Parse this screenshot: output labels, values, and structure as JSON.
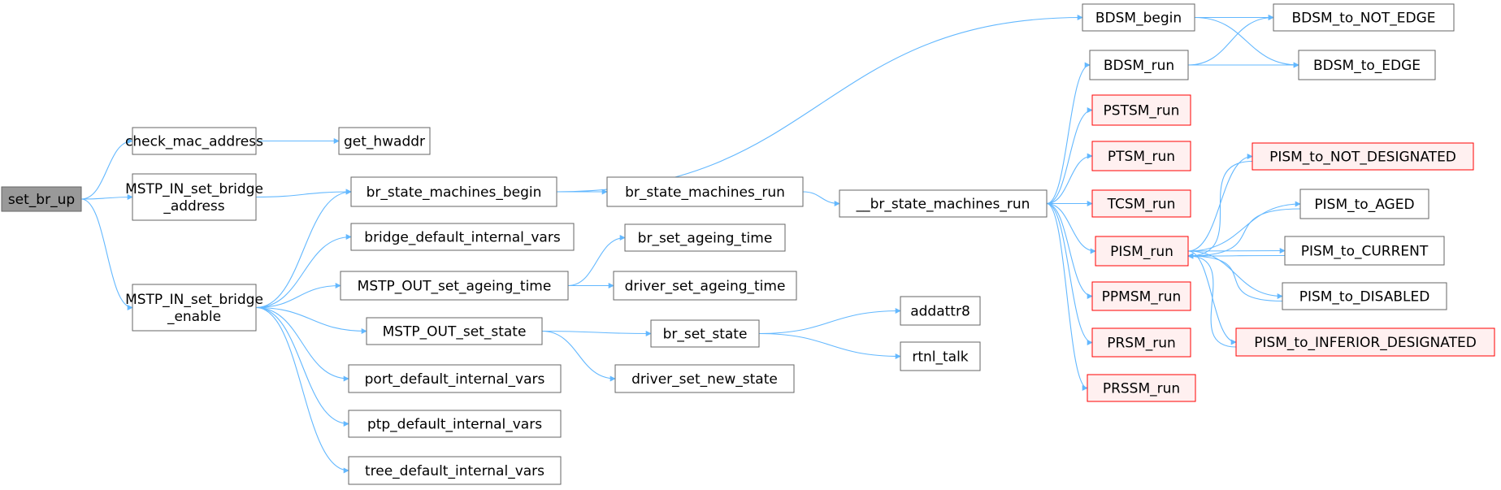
{
  "colors": {
    "edge": "#63b8ff",
    "default_fill": "#ffffff",
    "default_stroke": "#666666",
    "root_fill": "#999999",
    "root_stroke": "#666666",
    "trunc_fill": "#fff0f0",
    "trunc_stroke": "#ff0000"
  },
  "nodes": [
    {
      "id": "set_br_up",
      "lines": [
        "set_br_up"
      ],
      "style": "root"
    },
    {
      "id": "check_mac_address",
      "lines": [
        "check_mac_address"
      ],
      "style": "default"
    },
    {
      "id": "get_hwaddr",
      "lines": [
        "get_hwaddr"
      ],
      "style": "default"
    },
    {
      "id": "MSTP_IN_set_bridge_address",
      "lines": [
        "MSTP_IN_set_bridge",
        "_address"
      ],
      "style": "default"
    },
    {
      "id": "MSTP_IN_set_bridge_enable",
      "lines": [
        "MSTP_IN_set_bridge",
        "_enable"
      ],
      "style": "default"
    },
    {
      "id": "br_state_machines_begin",
      "lines": [
        "br_state_machines_begin"
      ],
      "style": "default"
    },
    {
      "id": "bridge_default_internal_vars",
      "lines": [
        "bridge_default_internal_vars"
      ],
      "style": "default"
    },
    {
      "id": "MSTP_OUT_set_ageing_time",
      "lines": [
        "MSTP_OUT_set_ageing_time"
      ],
      "style": "default"
    },
    {
      "id": "MSTP_OUT_set_state",
      "lines": [
        "MSTP_OUT_set_state"
      ],
      "style": "default"
    },
    {
      "id": "port_default_internal_vars",
      "lines": [
        "port_default_internal_vars"
      ],
      "style": "default"
    },
    {
      "id": "ptp_default_internal_vars",
      "lines": [
        "ptp_default_internal_vars"
      ],
      "style": "default"
    },
    {
      "id": "tree_default_internal_vars",
      "lines": [
        "tree_default_internal_vars"
      ],
      "style": "default"
    },
    {
      "id": "br_state_machines_run",
      "lines": [
        "br_state_machines_run"
      ],
      "style": "default"
    },
    {
      "id": "br_set_ageing_time",
      "lines": [
        "br_set_ageing_time"
      ],
      "style": "default"
    },
    {
      "id": "driver_set_ageing_time",
      "lines": [
        "driver_set_ageing_time"
      ],
      "style": "default"
    },
    {
      "id": "br_set_state",
      "lines": [
        "br_set_state"
      ],
      "style": "default"
    },
    {
      "id": "driver_set_new_state",
      "lines": [
        "driver_set_new_state"
      ],
      "style": "default"
    },
    {
      "id": "__br_state_machines_run",
      "lines": [
        "__br_state_machines_run"
      ],
      "style": "default"
    },
    {
      "id": "addattr8",
      "lines": [
        "addattr8"
      ],
      "style": "default"
    },
    {
      "id": "rtnl_talk",
      "lines": [
        "rtnl_talk"
      ],
      "style": "default"
    },
    {
      "id": "BDSM_begin",
      "lines": [
        "BDSM_begin"
      ],
      "style": "default"
    },
    {
      "id": "BDSM_run",
      "lines": [
        "BDSM_run"
      ],
      "style": "default"
    },
    {
      "id": "BDSM_to_NOT_EDGE",
      "lines": [
        "BDSM_to_NOT_EDGE"
      ],
      "style": "default"
    },
    {
      "id": "BDSM_to_EDGE",
      "lines": [
        "BDSM_to_EDGE"
      ],
      "style": "default"
    },
    {
      "id": "PSTSM_run",
      "lines": [
        "PSTSM_run"
      ],
      "style": "trunc"
    },
    {
      "id": "PTSM_run",
      "lines": [
        "PTSM_run"
      ],
      "style": "trunc"
    },
    {
      "id": "TCSM_run",
      "lines": [
        "TCSM_run"
      ],
      "style": "trunc"
    },
    {
      "id": "PISM_run",
      "lines": [
        "PISM_run"
      ],
      "style": "trunc"
    },
    {
      "id": "PPMSM_run",
      "lines": [
        "PPMSM_run"
      ],
      "style": "trunc"
    },
    {
      "id": "PRSM_run",
      "lines": [
        "PRSM_run"
      ],
      "style": "trunc"
    },
    {
      "id": "PRSSM_run",
      "lines": [
        "PRSSM_run"
      ],
      "style": "trunc"
    },
    {
      "id": "PISM_to_NOT_DESIGNATED",
      "lines": [
        "PISM_to_NOT_DESIGNATED"
      ],
      "style": "trunc"
    },
    {
      "id": "PISM_to_AGED",
      "lines": [
        "PISM_to_AGED"
      ],
      "style": "default"
    },
    {
      "id": "PISM_to_CURRENT",
      "lines": [
        "PISM_to_CURRENT"
      ],
      "style": "default"
    },
    {
      "id": "PISM_to_DISABLED",
      "lines": [
        "PISM_to_DISABLED"
      ],
      "style": "default"
    },
    {
      "id": "PISM_to_INFERIOR_DESIGNATED",
      "lines": [
        "PISM_to_INFERIOR_DESIGNATED"
      ],
      "style": "trunc"
    }
  ],
  "edges": [
    [
      "set_br_up",
      "check_mac_address"
    ],
    [
      "set_br_up",
      "MSTP_IN_set_bridge_address"
    ],
    [
      "set_br_up",
      "MSTP_IN_set_bridge_enable"
    ],
    [
      "check_mac_address",
      "get_hwaddr"
    ],
    [
      "MSTP_IN_set_bridge_address",
      "br_state_machines_begin"
    ],
    [
      "MSTP_IN_set_bridge_enable",
      "br_state_machines_begin"
    ],
    [
      "MSTP_IN_set_bridge_enable",
      "bridge_default_internal_vars"
    ],
    [
      "MSTP_IN_set_bridge_enable",
      "MSTP_OUT_set_ageing_time"
    ],
    [
      "MSTP_IN_set_bridge_enable",
      "MSTP_OUT_set_state"
    ],
    [
      "MSTP_IN_set_bridge_enable",
      "port_default_internal_vars"
    ],
    [
      "MSTP_IN_set_bridge_enable",
      "ptp_default_internal_vars"
    ],
    [
      "MSTP_IN_set_bridge_enable",
      "tree_default_internal_vars"
    ],
    [
      "br_state_machines_begin",
      "BDSM_begin"
    ],
    [
      "br_state_machines_begin",
      "br_state_machines_run"
    ],
    [
      "br_state_machines_run",
      "__br_state_machines_run"
    ],
    [
      "MSTP_OUT_set_ageing_time",
      "br_set_ageing_time"
    ],
    [
      "MSTP_OUT_set_ageing_time",
      "driver_set_ageing_time"
    ],
    [
      "MSTP_OUT_set_state",
      "br_set_state"
    ],
    [
      "MSTP_OUT_set_state",
      "driver_set_new_state"
    ],
    [
      "br_set_state",
      "addattr8"
    ],
    [
      "br_set_state",
      "rtnl_talk"
    ],
    [
      "BDSM_begin",
      "BDSM_to_NOT_EDGE"
    ],
    [
      "BDSM_begin",
      "BDSM_to_EDGE"
    ],
    [
      "BDSM_run",
      "BDSM_to_NOT_EDGE"
    ],
    [
      "BDSM_run",
      "BDSM_to_EDGE"
    ],
    [
      "__br_state_machines_run",
      "BDSM_run"
    ],
    [
      "__br_state_machines_run",
      "PSTSM_run"
    ],
    [
      "__br_state_machines_run",
      "PTSM_run"
    ],
    [
      "__br_state_machines_run",
      "TCSM_run"
    ],
    [
      "__br_state_machines_run",
      "PISM_run"
    ],
    [
      "__br_state_machines_run",
      "PPMSM_run"
    ],
    [
      "__br_state_machines_run",
      "PRSM_run"
    ],
    [
      "__br_state_machines_run",
      "PRSSM_run"
    ],
    [
      "PISM_run",
      "PISM_to_NOT_DESIGNATED"
    ],
    [
      "PISM_run",
      "PISM_to_AGED"
    ],
    [
      "PISM_run",
      "PISM_to_CURRENT"
    ],
    [
      "PISM_run",
      "PISM_to_DISABLED"
    ],
    [
      "PISM_run",
      "PISM_to_INFERIOR_DESIGNATED"
    ],
    [
      "PISM_to_NOT_DESIGNATED",
      "PISM_run"
    ],
    [
      "PISM_to_AGED",
      "PISM_run"
    ],
    [
      "PISM_to_CURRENT",
      "PISM_run"
    ],
    [
      "PISM_to_DISABLED",
      "PISM_run"
    ],
    [
      "PISM_to_INFERIOR_DESIGNATED",
      "PISM_run"
    ]
  ]
}
